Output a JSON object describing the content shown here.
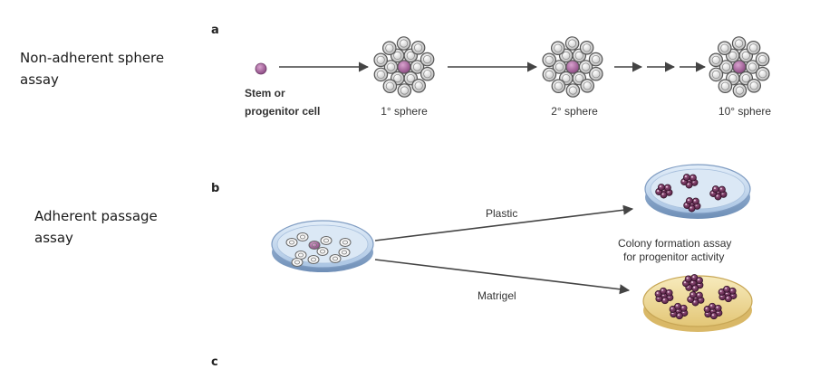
{
  "side_labels": {
    "a": [
      "Non-adherent sphere",
      "assay"
    ],
    "b": [
      "Adherent passage",
      "assay"
    ]
  },
  "panel_letters": {
    "a": "a",
    "b": "b",
    "c": "c"
  },
  "panel_a": {
    "stem_label_line1": "Stem or",
    "stem_label_line2": "progenitor cell",
    "sphere1": "1° sphere",
    "sphere2": "2° sphere",
    "sphere10": "10° sphere"
  },
  "panel_b": {
    "plastic": "Plastic",
    "matrigel": "Matrigel",
    "colony_line1": "Colony formation assay",
    "colony_line2": "for progenitor activity"
  },
  "colors": {
    "cell_purple": "#b06aa8",
    "sphere_cell_fill": "#f2f2f2",
    "dish_blue": "#c9dbef",
    "matrigel_yellow": "#f3e2a4",
    "colony_purple": "#6b2a55"
  }
}
